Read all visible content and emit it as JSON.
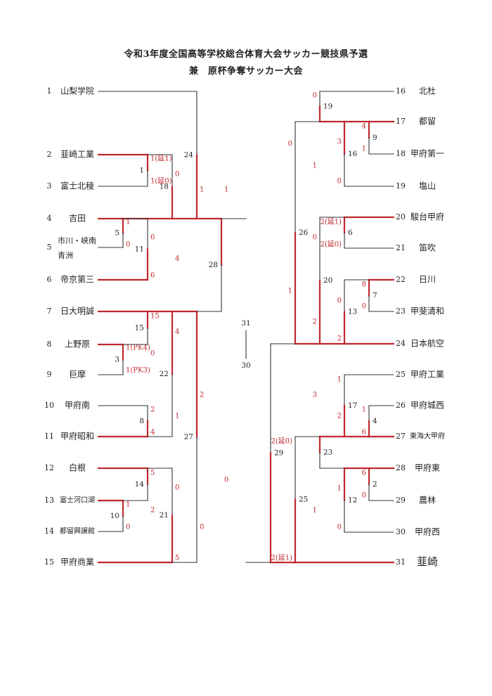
{
  "header": {
    "title_line1": "令和3年度全国高等学校総合体育大会サッカー競技県予選",
    "title_line2": "兼　原杯争奪サッカー大会"
  },
  "colors": {
    "win": "#c0282e",
    "line": "#333333",
    "score": "#c0282e"
  },
  "teams": [
    {
      "seed": "1",
      "name": "山梨学院"
    },
    {
      "seed": "2",
      "name": "韮崎工業"
    },
    {
      "seed": "3",
      "name": "富士北稜"
    },
    {
      "seed": "4",
      "name": "吉田"
    },
    {
      "seed": "5",
      "name": "市川・峡南",
      "name2": "青洲"
    },
    {
      "seed": "6",
      "name": "帝京第三"
    },
    {
      "seed": "7",
      "name": "日大明誠"
    },
    {
      "seed": "8",
      "name": "上野原"
    },
    {
      "seed": "9",
      "name": "巨摩"
    },
    {
      "seed": "10",
      "name": "甲府南"
    },
    {
      "seed": "11",
      "name": "甲府昭和"
    },
    {
      "seed": "12",
      "name": "白根"
    },
    {
      "seed": "13",
      "name": "富士河口湖"
    },
    {
      "seed": "14",
      "name": "都留興譲館"
    },
    {
      "seed": "15",
      "name": "甲府商業"
    },
    {
      "seed": "16",
      "name": "北杜"
    },
    {
      "seed": "17",
      "name": "都留"
    },
    {
      "seed": "18",
      "name": "甲府第一"
    },
    {
      "seed": "19",
      "name": "塩山"
    },
    {
      "seed": "20",
      "name": "駿台甲府"
    },
    {
      "seed": "21",
      "name": "笛吹"
    },
    {
      "seed": "22",
      "name": "日川"
    },
    {
      "seed": "23",
      "name": "甲斐清和"
    },
    {
      "seed": "24",
      "name": "日本航空"
    },
    {
      "seed": "25",
      "name": "甲府工業"
    },
    {
      "seed": "26",
      "name": "甲府城西"
    },
    {
      "seed": "27",
      "name": "東海大甲府"
    },
    {
      "seed": "28",
      "name": "甲府東"
    },
    {
      "seed": "29",
      "name": "農林"
    },
    {
      "seed": "30",
      "name": "甲府西"
    },
    {
      "seed": "31",
      "name": "韮崎"
    }
  ],
  "matches": [
    {
      "no": "1",
      "top": "1(延1)",
      "bottom": "1(延0)",
      "winner": "top"
    },
    {
      "no": "5",
      "top": "1",
      "bottom": "0",
      "winner": "top"
    },
    {
      "no": "3",
      "top": "1(PK4)",
      "bottom": "1(PK3)",
      "winner": "top"
    },
    {
      "no": "10",
      "top": "1",
      "bottom": "0",
      "winner": "top"
    },
    {
      "no": "18",
      "top": "0",
      "bottom": "4",
      "winner": "bottom"
    },
    {
      "no": "11",
      "top": "0",
      "bottom": "6",
      "winner": "bottom"
    },
    {
      "no": "15",
      "top": "15",
      "bottom": "0",
      "winner": "top"
    },
    {
      "no": "8",
      "top": "2",
      "bottom": "4",
      "winner": "bottom"
    },
    {
      "no": "14",
      "top": "5",
      "bottom": "2",
      "winner": "top"
    },
    {
      "no": "22",
      "top": "4",
      "bottom": "1",
      "winner": "top"
    },
    {
      "no": "21",
      "top": "0",
      "bottom": "5",
      "winner": "bottom"
    },
    {
      "no": "24",
      "top": "",
      "bottom": "1",
      "winner": "bottom"
    },
    {
      "no": "27",
      "top": "2",
      "bottom": "0",
      "winner": "top"
    },
    {
      "no": "28",
      "top": "1",
      "bottom": "0",
      "winner": "top"
    },
    {
      "no": "9",
      "top": "4",
      "bottom": "1",
      "winner": "top"
    },
    {
      "no": "16",
      "top": "3",
      "bottom": "0",
      "winner": "top"
    },
    {
      "no": "19",
      "top": "0",
      "bottom": "1",
      "winner": "bottom"
    },
    {
      "no": "6",
      "top": "2(延1)",
      "bottom": "2(延0)",
      "winner": "top"
    },
    {
      "no": "7",
      "top": "8",
      "bottom": "0",
      "winner": "top"
    },
    {
      "no": "13",
      "top": "0",
      "bottom": "2",
      "winner": "bottom"
    },
    {
      "no": "20",
      "top": "0",
      "bottom": "2",
      "winner": "bottom"
    },
    {
      "no": "26",
      "top": "0",
      "bottom": "1",
      "winner": "bottom"
    },
    {
      "no": "4",
      "top": "1",
      "bottom": "6",
      "winner": "bottom"
    },
    {
      "no": "17",
      "top": "1",
      "bottom": "2",
      "winner": "bottom"
    },
    {
      "no": "2",
      "top": "6",
      "bottom": "0",
      "winner": "top"
    },
    {
      "no": "12",
      "top": "1",
      "bottom": "0",
      "winner": "top"
    },
    {
      "no": "23",
      "top": "3",
      "bottom": "1",
      "winner": "top"
    },
    {
      "no": "25",
      "top": "2(延0)",
      "bottom": "2(延1)",
      "winner": "bottom"
    },
    {
      "no": "29",
      "top": "",
      "bottom": "",
      "winner": "bottom"
    }
  ],
  "final": {
    "top": "31",
    "bottom": "30"
  }
}
